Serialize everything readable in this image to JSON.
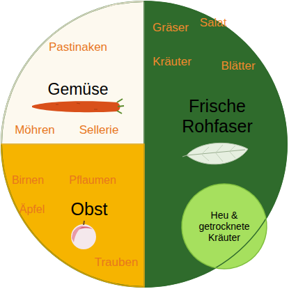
{
  "diagram": {
    "nodes": [
      {
        "text": [
          "Pastinaken",
          "Gemüse",
          "Möhren",
          "Sellerie"
        ]
      },
      {
        "text": [
          "Gräser",
          "Salat",
          "Kräuter",
          "Blätter",
          "Frische Rohfaser"
        ]
      },
      {
        "text": [
          "Heu & getrocknete Kräuter"
        ],
        "in": 1
      },
      {
        "text": [
          "Birnen",
          "Pflaumen",
          "Äpfel",
          "Obst",
          "Trauben"
        ]
      }
    ]
  }
}
